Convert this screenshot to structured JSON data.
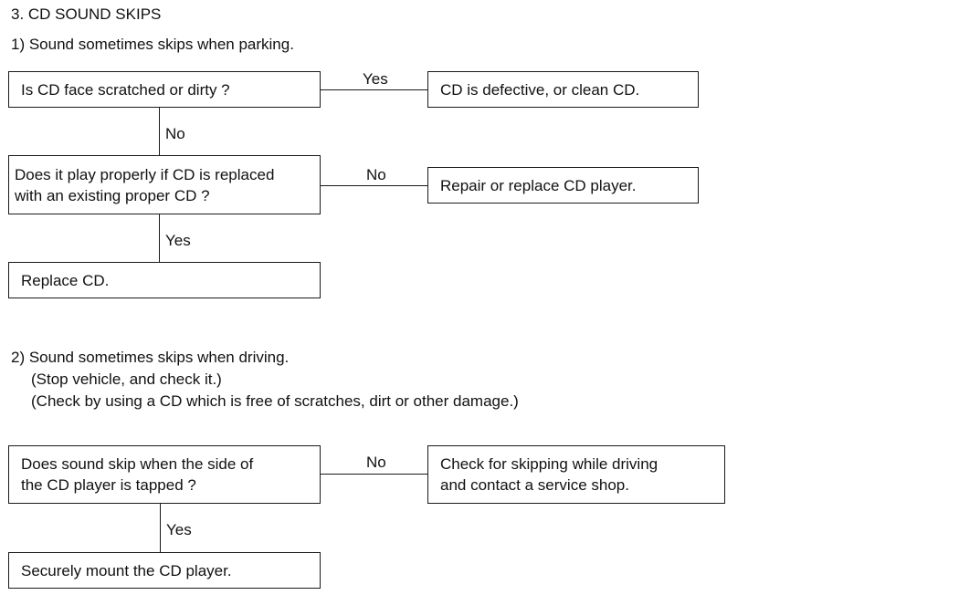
{
  "heading": "3.  CD SOUND SKIPS",
  "section1": {
    "title": "1) Sound sometimes skips when parking.",
    "q1": "Is CD face scratched or dirty ?",
    "q1_yes_label": "Yes",
    "q1_yes_result": "CD is defective, or clean CD.",
    "q1_no_label": "No",
    "q2_line1": "Does it play properly if CD is replaced",
    "q2_line2": "with an existing proper CD ?",
    "q2_no_label": "No",
    "q2_no_result": "Repair or replace CD player.",
    "q2_yes_label": "Yes",
    "q2_yes_result": "Replace CD."
  },
  "section2": {
    "title": "2) Sound sometimes skips when driving.",
    "note1": "(Stop vehicle, and check it.)",
    "note2": "(Check by using a CD which is free of scratches, dirt or other damage.)",
    "q1_line1": "Does sound skip when the side of",
    "q1_line2": "the CD player is tapped ?",
    "q1_no_label": "No",
    "q1_no_line1": "Check for skipping while driving",
    "q1_no_line2": "and contact a service shop.",
    "q1_yes_label": "Yes",
    "q1_yes_result": "Securely mount the CD player."
  }
}
